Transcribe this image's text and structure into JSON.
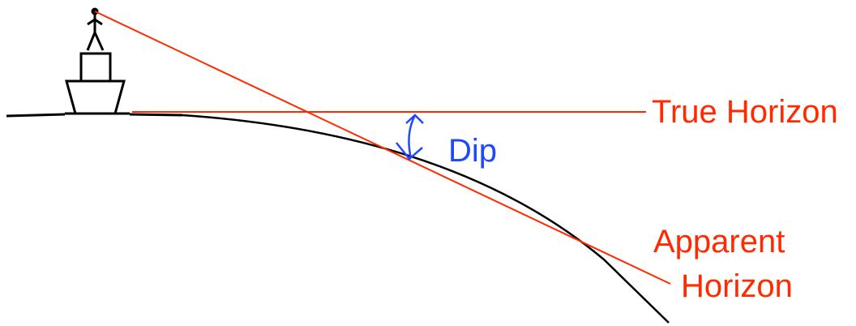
{
  "labels": {
    "true_horizon": "True Horizon",
    "dip": "Dip",
    "apparent_horizon_line1": "Apparent",
    "apparent_horizon_line2": "Horizon"
  },
  "colors": {
    "background": "#ffffff",
    "horizon_lines": "#ff2a00",
    "dip_annotation": "#1f48ff",
    "earth_surface": "#000000",
    "observer_vessel": "#000000"
  },
  "icons": {
    "observer": "person-on-buoy-icon"
  }
}
